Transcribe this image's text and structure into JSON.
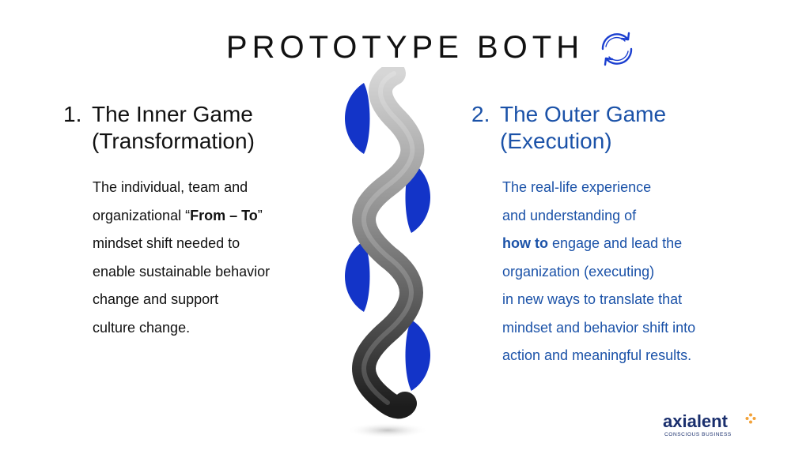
{
  "title": "PROTOTYPE BOTH",
  "left": {
    "number": "1.",
    "heading_line1": "The Inner Game",
    "heading_line2": "(Transformation)",
    "lines": [
      "The individual, team and",
      "organizational “",
      "From – To",
      "”",
      "mindset shift needed to",
      "enable sustainable behavior",
      "change and support",
      "culture change."
    ]
  },
  "right": {
    "number": "2.",
    "heading_line1": "The Outer Game",
    "heading_line2": "(Execution)",
    "lines": [
      "The real-life experience",
      "and understanding of",
      "how to",
      " engage and lead the",
      "organization (executing)",
      "in new ways to translate that",
      "mindset and behavior shift into",
      "action and meaningful results."
    ]
  },
  "logo": {
    "name": "axialent",
    "tagline": "CONSCIOUS BUSINESS"
  },
  "icons": {
    "cycle": "refresh-cycle-icon",
    "helix": "double-helix-illustration",
    "logo_mark": "plus-mark-icon"
  },
  "colors": {
    "accent_blue": "#1b52a8",
    "helix_blue": "#1334c8",
    "logo_navy": "#1a2f6d",
    "logo_orange": "#f2a23a"
  }
}
